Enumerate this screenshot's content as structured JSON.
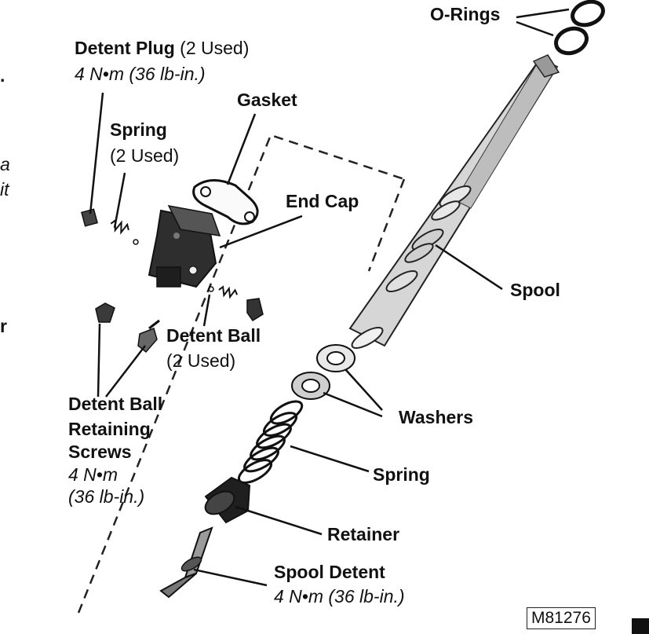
{
  "figure_id": "M81276",
  "labels": {
    "o_rings": "O-Rings",
    "detent_plug": "Detent Plug",
    "detent_plug_qty": "(2 Used)",
    "detent_plug_torque": "4 N•m (36 lb-in.)",
    "gasket": "Gasket",
    "spring_top": "Spring",
    "spring_top_qty": "(2 Used)",
    "end_cap": "End Cap",
    "spool": "Spool",
    "detent_ball": "Detent Ball",
    "detent_ball_qty": "(2 Used)",
    "retaining_screws_line1": "Detent Ball",
    "retaining_screws_line2": "Retaining",
    "retaining_screws_line3": "Screws",
    "retaining_screws_torque1": "4 N•m",
    "retaining_screws_torque2": "(36 lb-in.)",
    "washers": "Washers",
    "spring_bottom": "Spring",
    "retainer": "Retainer",
    "spool_detent": "Spool Detent",
    "spool_detent_torque": "4 N•m (36 lb-in.)"
  },
  "edge_fragments": [
    ".",
    "a",
    "it",
    "r"
  ]
}
